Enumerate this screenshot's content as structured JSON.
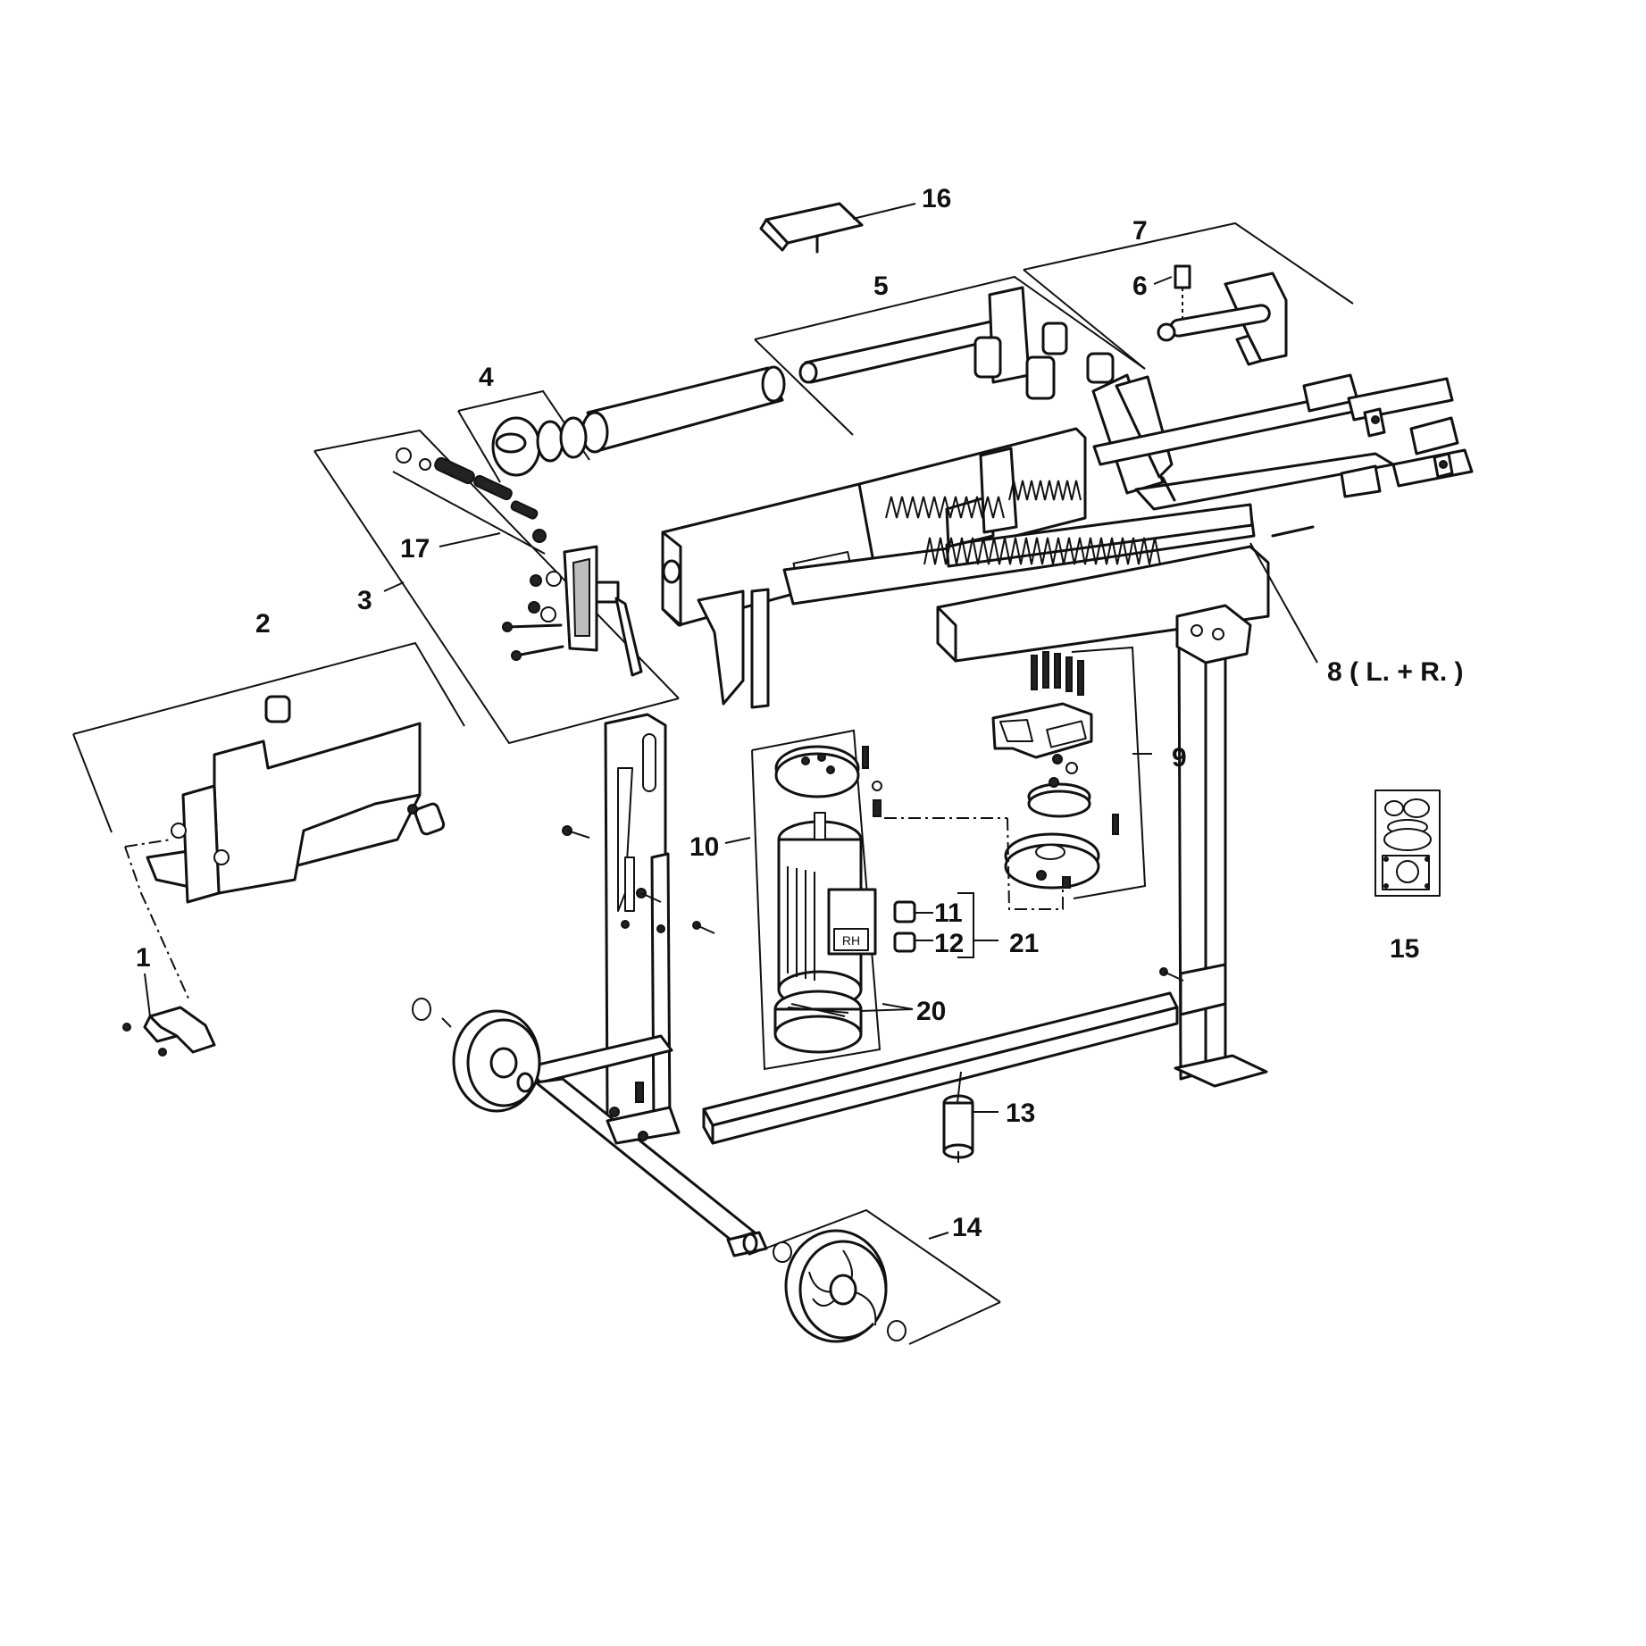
{
  "callouts": {
    "c1": "1",
    "c2": "2",
    "c3": "3",
    "c4": "4",
    "c5": "5",
    "c6": "6",
    "c7": "7",
    "c8": "8 ( L. + R. )",
    "c9": "9",
    "c10": "10",
    "c11": "11",
    "c12": "12",
    "c13": "13",
    "c14": "14",
    "c15": "15",
    "c16": "16",
    "c17": "17",
    "c20": "20",
    "c21": "21"
  },
  "motor_label": "RH"
}
